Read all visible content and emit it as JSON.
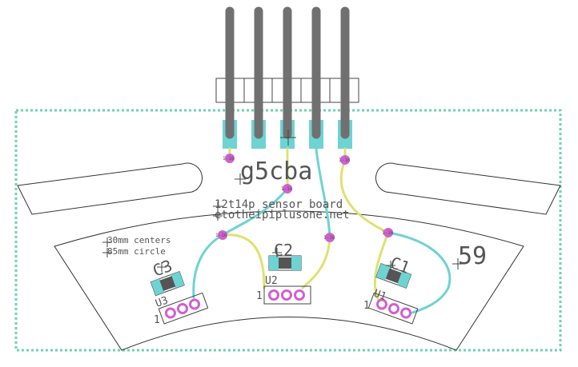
{
  "board": {
    "title": "g5cba",
    "subtitle": "12t14p sensor board",
    "url": "etotheipiplusone.net",
    "note_line1": "30mm centers",
    "note_line2": "85mm circle",
    "board_number": "59"
  },
  "components": {
    "c1": "C1",
    "c2": "C2",
    "c3": "C3",
    "u1": "U1",
    "u2": "U2",
    "u3": "U3",
    "pin1_u1": "1",
    "pin1_u2": "1",
    "pin1_u3": "1"
  },
  "vias": {
    "label": "1-16"
  },
  "colors": {
    "outline": "#5fd3c0",
    "outline_dots": "#c8c860",
    "trace_top": "#e0e070",
    "trace_bottom": "#6ed3d3",
    "pad": "#6ed3d3",
    "via": "#d060d0",
    "header_pin": "#707070",
    "silkscreen": "#555555"
  },
  "icons": [
    "crosshair-icon"
  ]
}
